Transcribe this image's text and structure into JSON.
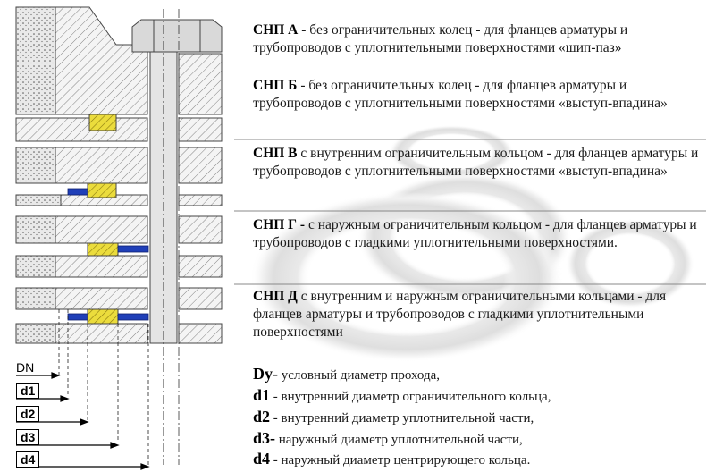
{
  "types": [
    {
      "code": "СНП А",
      "sep": " - ",
      "text": "без ограничительных колец  - для фланцев арматуры и трубопроводов с уплотнительными поверхностями «шип-паз»"
    },
    {
      "code": "СНП Б",
      "sep": "  - ",
      "text": "без ограничительных колец  - для фланцев арматуры и трубопроводов с уплотнительными поверхностями «выступ-впадина»"
    },
    {
      "code": "СНП В",
      "sep": "   ",
      "text": "с внутренним ограничительным кольцом  - для фланцев арматуры и трубопроводов с уплотнительными поверхностями «выступ-впадина»"
    },
    {
      "code": "СНП Г -",
      "sep": " ",
      "text": "с наружным ограничительным кольцом  - для фланцев арматуры и трубопроводов с гладкими уплотнительными поверхностями."
    },
    {
      "code": "СНП Д",
      "sep": "  ",
      "text": "с внутренним и наружным ограничительными кольцами  - для фланцев арматуры и трубопроводов с гладкими уплотнительными поверхностями"
    }
  ],
  "legend": [
    {
      "sym": "Dy-",
      "text": "  условный диаметр прохода,"
    },
    {
      "sym": "d1",
      "text": " -  внутренний диаметр ограничительного кольца,"
    },
    {
      "sym": "d2",
      "text": " - внутренний диаметр уплотнительной части,"
    },
    {
      "sym": "d3-",
      "text": "  наружный диаметр уплотнительной части,"
    },
    {
      "sym": "d4",
      "text": " -  наружный диаметр центрирующего кольца."
    }
  ],
  "dimension_labels": [
    "DN",
    "d1",
    "d2",
    "d3",
    "d4"
  ],
  "colors": {
    "gasket_winding": "#e6d63a",
    "restricting_ring": "#1f3fb8",
    "hatch": "#555555",
    "separator": "#999999"
  }
}
